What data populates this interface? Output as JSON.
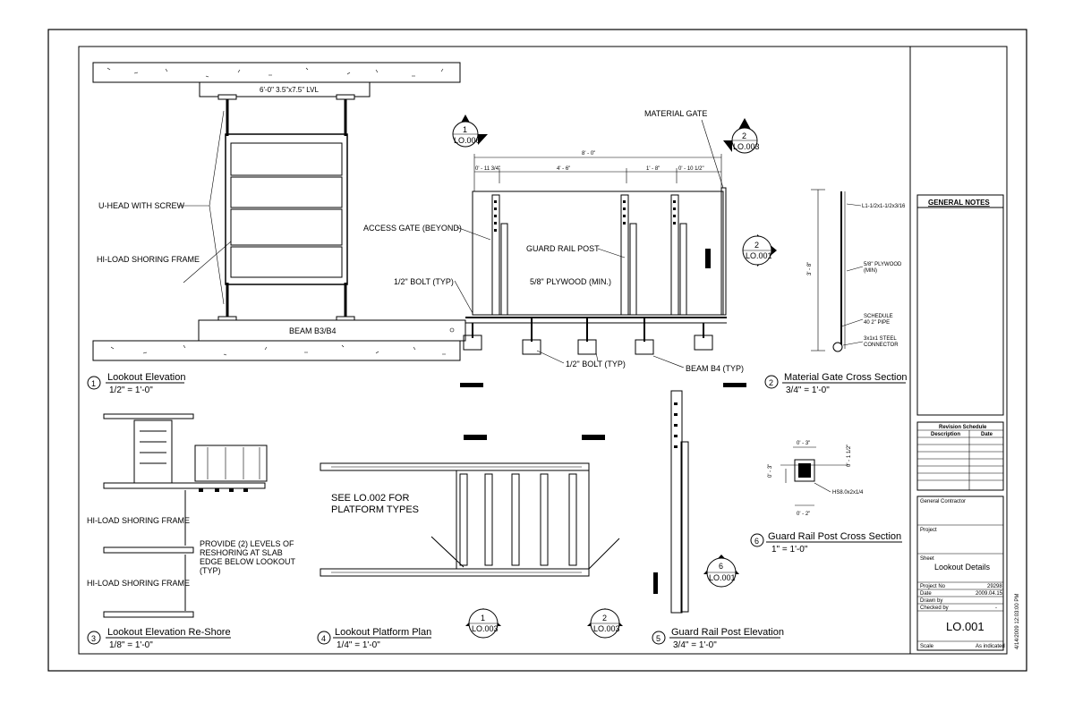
{
  "callouts": {
    "lumber": "6'-0\" 3.5\"x7.5\" LVL",
    "u_head": "U-HEAD WITH SCREW",
    "hi_load": "HI-LOAD SHORING FRAME",
    "beam_b3b4": "BEAM B3/B4",
    "access_gate": "ACCESS GATE (BEYOND)",
    "guard_rail_post": "GUARD RAIL POST",
    "half_bolt_typ_1": "1/2\" BOLT (TYP)",
    "plywood": "5/8\" PLYWOOD (MIN.)",
    "half_bolt_typ_2": "1/2\" BOLT (TYP)",
    "beam_b4_typ": "BEAM B4 (TYP)",
    "material_gate": "MATERIAL GATE",
    "l1": "L1-1/2x1-1/2x3/16",
    "plywood_min": "5/8\" PLYWOOD",
    "plywood_min2": "(MIN)",
    "schedule": "SCHEDULE",
    "schedule2": "40 2\" PIPE",
    "steel_conn": "3x1x1 STEEL",
    "steel_conn2": "CONNECTOR",
    "hss": "HS8.0x2x1/4",
    "hi_load_2": "HI-LOAD SHORING FRAME",
    "hi_load_3": "HI-LOAD SHORING FRAME",
    "provide_1": "PROVIDE (2) LEVELS OF",
    "provide_2": "RESHORING AT SLAB",
    "provide_3": "EDGE BELOW LOOKOUT",
    "provide_4": "(TYP)",
    "see_1": "SEE LO.002 FOR",
    "see_2": "PLATFORM TYPES"
  },
  "dimensions": {
    "overall": "8' - 0\"",
    "d1": "0' - 11 3/4\"",
    "d2": "4' - 6\"",
    "d3": "1' - 8\"",
    "d4": "0' - 10 1/2\"",
    "gate_height": "3' - 8\"",
    "post_w": "0' - 3\"",
    "post_side": "0' - 1 1/2\"",
    "post_left": "0' - 3\"",
    "post_bottom": "0' - 2\""
  },
  "section_markers": [
    {
      "num": "1",
      "sheet": "LO.006"
    },
    {
      "num": "2",
      "sheet": "LO.003"
    },
    {
      "num": "2",
      "sheet": "LO.001"
    },
    {
      "num": "1",
      "sheet": "LO.003"
    },
    {
      "num": "2",
      "sheet": "LO.003"
    },
    {
      "num": "6",
      "sheet": "LO.001"
    }
  ],
  "views": [
    {
      "num": "1",
      "title": "Lookout Elevation",
      "scale": "1/2\" = 1'-0\""
    },
    {
      "num": "2",
      "title": "Material Gate Cross Section",
      "scale": "3/4\" = 1'-0\""
    },
    {
      "num": "3",
      "title": "Lookout Elevation Re-Shore",
      "scale": "1/8\" = 1'-0\""
    },
    {
      "num": "4",
      "title": "Lookout Platform Plan",
      "scale": "1/4\" = 1'-0\""
    },
    {
      "num": "5",
      "title": "Guard Rail Post Elevation",
      "scale": "3/4\" = 1'-0\""
    },
    {
      "num": "6",
      "title": "Guard Rail Post Cross Section",
      "scale": "1\" = 1'-0\""
    }
  ],
  "title_block": {
    "general_notes": "GENERAL NOTES",
    "revision_schedule": "Revision Schedule",
    "rev_desc": "Description",
    "rev_date": "Date",
    "general_contractor": "General Contractor",
    "project": "Project",
    "sheet_label": "Sheet",
    "sheet_name": "Lookout Details",
    "project_no_label": "Project No",
    "project_no": "29298",
    "date_label": "Date",
    "date": "2009.04.15",
    "drawn_label": "Drawn by",
    "drawn": "",
    "checked_label": "Checked by",
    "checked": "-",
    "sheet_number": "LO.001",
    "scale_label": "Scale",
    "scale": "As indicated",
    "timestamp": "4/14/2009 12:03:00 PM"
  }
}
